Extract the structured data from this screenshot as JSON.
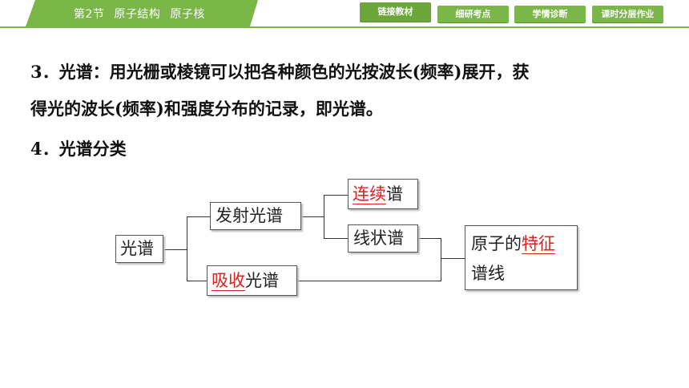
{
  "header": {
    "section": "第2节",
    "title_a": "原子结构",
    "title_b": "原子核",
    "nav": [
      "链接教材",
      "细研考点",
      "学情诊断",
      "课时分层作业"
    ]
  },
  "content": {
    "p3_line1": "3．光谱：用光栅或棱镜可以把各种颜色的光按波长(频率)展开，获",
    "p3_line2": "得光的波长(频率)和强度分布的记录，即光谱。",
    "p4": "4．光谱分类"
  },
  "diagram": {
    "root": "光谱",
    "emission": "发射光谱",
    "continuous_red": "连续",
    "continuous_rest": "谱",
    "line_spectrum": "线状谱",
    "absorption_red": "吸收",
    "absorption_rest": "光谱",
    "result_a": "原子的",
    "result_red": "特征",
    "result_b": "谱线"
  },
  "colors": {
    "accent": "#7ab648",
    "highlight": "#d9221c"
  }
}
